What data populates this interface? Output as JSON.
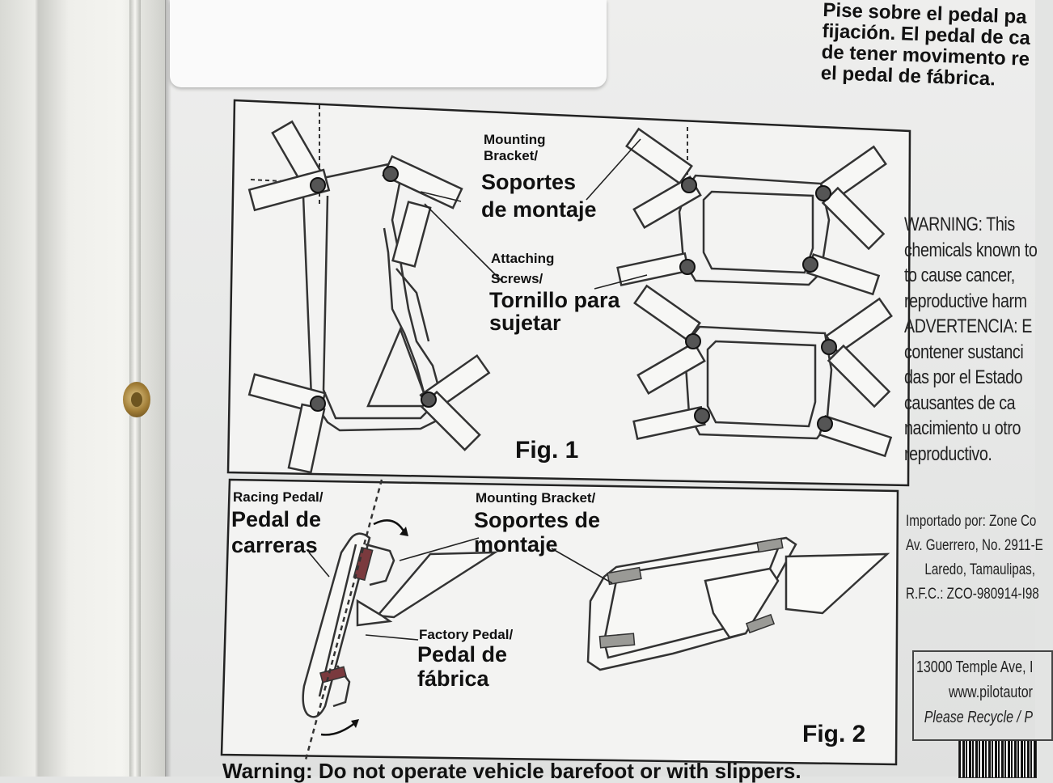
{
  "spanish_top": {
    "lines": [
      "Pise sobre el pedal pa",
      "fijación.  El pedal de ca",
      "de tener movimento re",
      "el pedal de fábrica."
    ]
  },
  "fig1": {
    "mounting_label_1": "Mounting",
    "mounting_label_2": "Bracket/",
    "soportes_1": "Soportes",
    "soportes_2": "de montaje",
    "attaching_1": "Attaching",
    "attaching_2": "Screws/",
    "tornillo_1": "Tornillo para",
    "tornillo_2": "sujetar",
    "caption": "Fig. 1"
  },
  "fig2": {
    "racing_en": "Racing Pedal/",
    "racing_es_1": "Pedal de",
    "racing_es_2": "carreras",
    "mounting_en": "Mounting Bracket/",
    "mounting_es_1": "Soportes de",
    "mounting_es_2": "montaje",
    "factory_en": "Factory Pedal/",
    "factory_es_1": "Pedal de",
    "factory_es_2": "fábrica",
    "caption": "Fig. 2"
  },
  "warning": {
    "lines": [
      "WARNING: This",
      "chemicals known to",
      "to cause cancer,",
      "reproductive harm",
      "ADVERTENCIA: E",
      "contener sustanci",
      "das por el Estado",
      "causantes de ca",
      "nacimiento u otro",
      "reproductivo."
    ]
  },
  "importer": {
    "line1": "Importado por: Zone Co",
    "line2": "Av. Guerrero, No. 2911-E",
    "line3": "Laredo, Tamaulipas,",
    "line4": "R.F.C.: ZCO-980914-I98"
  },
  "contact": {
    "address": "13000 Temple Ave, I",
    "website": "www.pilotautor",
    "recycle": "Please Recycle / P"
  },
  "bottom_warning": "Warning: Do not operate vehicle barefoot or with slippers."
}
